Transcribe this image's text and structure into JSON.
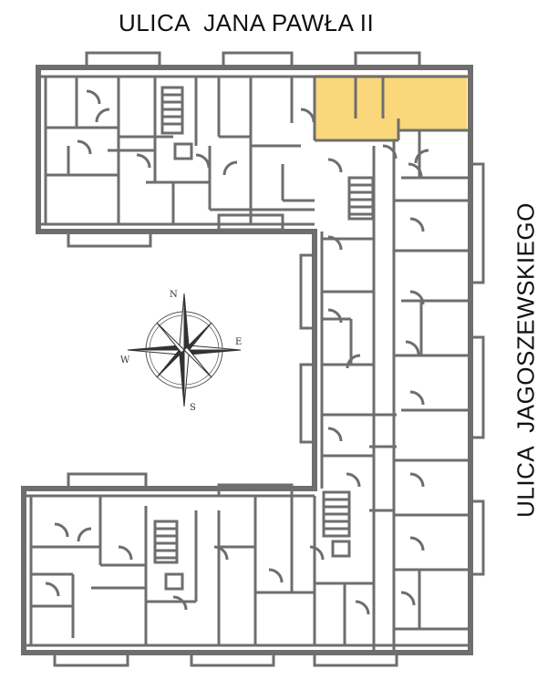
{
  "streets": {
    "top": "ULICA  JANA PAWŁA II",
    "right": "ULICA  JAGOSZEWSKIEGO"
  },
  "compass": {
    "north": "N",
    "east": "E",
    "south": "S",
    "west": "W",
    "icon": "compass-rose-icon"
  },
  "colors": {
    "wall": "#6e6e6e",
    "highlight": "#f9d77a",
    "text": "#111111"
  }
}
